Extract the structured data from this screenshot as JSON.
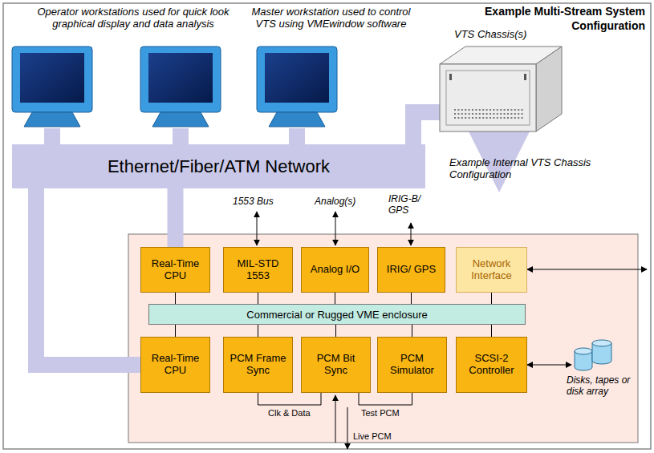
{
  "diagram": {
    "title": "Example Multi-Stream System Configuration",
    "nodes": [
      {
        "text": [
          "Ethernet/Fiber/ATM Network"
        ]
      },
      {
        "text": [
          "Real-Time CPU"
        ]
      },
      {
        "text": [
          "MIL-STD 1553"
        ]
      },
      {
        "text": [
          "Analog I/O"
        ]
      },
      {
        "text": [
          "IRIG/ GPS"
        ]
      },
      {
        "text": [
          "Network Interface"
        ]
      },
      {
        "text": [
          "Commercial or Rugged VME enclosure"
        ]
      },
      {
        "text": [
          "Real-Time CPU"
        ]
      },
      {
        "text": [
          "PCM Frame Sync"
        ]
      },
      {
        "text": [
          "PCM Bit Sync"
        ]
      },
      {
        "text": [
          "PCM Simulator"
        ]
      },
      {
        "text": [
          "SCSI-2 Controller"
        ]
      }
    ],
    "edges": [
      {
        "from": 0,
        "to": 1,
        "arrow": "none"
      },
      {
        "from": 0,
        "to": 7,
        "arrow": "none"
      },
      {
        "from": 1,
        "to": 6,
        "arrow": "none"
      },
      {
        "from": 2,
        "to": 6,
        "arrow": "none"
      },
      {
        "from": 3,
        "to": 6,
        "arrow": "none"
      },
      {
        "from": 4,
        "to": 6,
        "arrow": "none"
      },
      {
        "from": 5,
        "to": 6,
        "arrow": "none"
      },
      {
        "from": 6,
        "to": 7,
        "arrow": "none"
      },
      {
        "from": 6,
        "to": 8,
        "arrow": "none"
      },
      {
        "from": 6,
        "to": 9,
        "arrow": "none"
      },
      {
        "from": 6,
        "to": 10,
        "arrow": "none"
      },
      {
        "from": 6,
        "to": 11,
        "arrow": "none"
      },
      {
        "from": 8,
        "to": 9,
        "label": "Clk & Data",
        "arrow": "none"
      },
      {
        "from": 9,
        "to": 10,
        "label": "Test PCM",
        "arrow": "none"
      }
    ],
    "labels": [
      "Operator workstations used for quick look graphical display and data analysis",
      "Master workstation used to control VTS using VMEwindow software",
      "VTS Chassis(s)",
      "1553 Bus",
      "Analog(s)",
      "IRIG-B/ GPS",
      "Example Internal VTS Chassis Configuration",
      "Disks, tapes or disk array",
      "Live PCM"
    ]
  }
}
